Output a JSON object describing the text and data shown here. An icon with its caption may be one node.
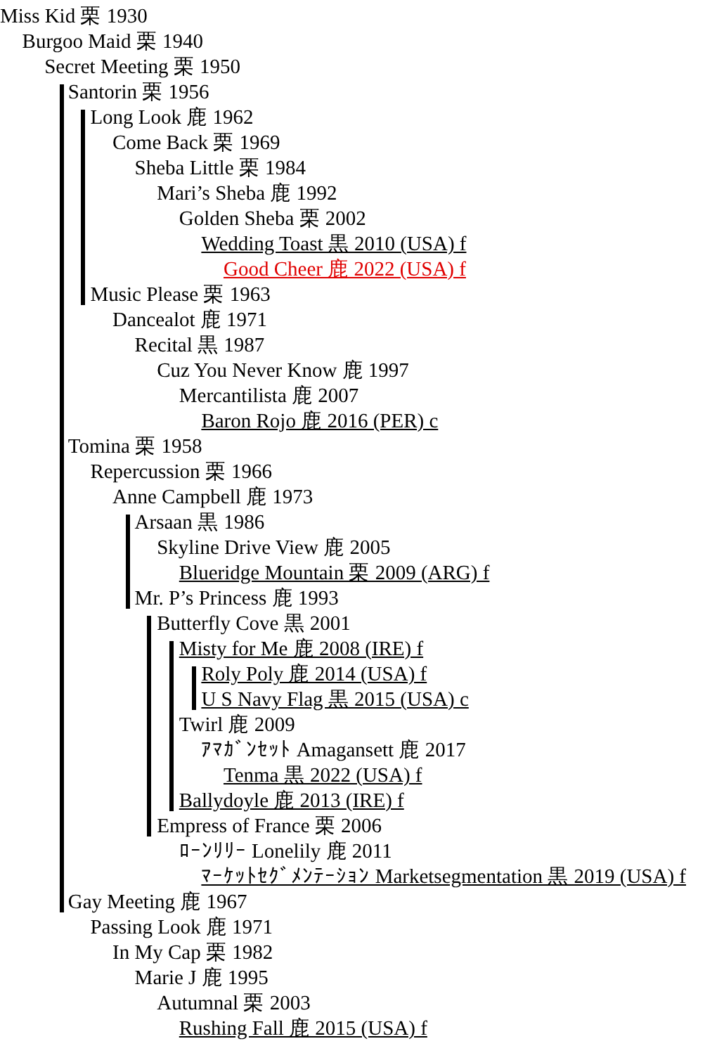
{
  "diagram": {
    "labels": [
      "Miss Kid 栗 1930",
      "Burgoo Maid 栗 1940",
      "Secret Meeting 栗 1950",
      "Santorin 栗 1956",
      "Long Look 鹿 1962",
      "Come Back 栗 1969",
      "Sheba Little 栗 1984",
      "Mari’s Sheba 鹿 1992",
      "Golden Sheba 栗 2002",
      "Wedding Toast 黒 2010 (USA) f",
      "Good Cheer 鹿 2022 (USA) f",
      "Music Please 栗 1963",
      "Dancealot 鹿 1971",
      "Recital 黒 1987",
      "Cuz You Never Know 鹿 1997",
      "Mercantilista 鹿 2007",
      "Baron Rojo 鹿 2016 (PER) c",
      "Tomina 栗 1958",
      "Repercussion 栗 1966",
      "Anne Campbell 鹿 1973",
      "Arsaan 黒 1986",
      "Skyline Drive View 鹿 2005",
      "Blueridge Mountain 栗 2009 (ARG) f",
      "Mr. P’s Princess 鹿 1993",
      "Butterfly Cove 黒 2001",
      "Misty for Me 鹿 2008 (IRE) f",
      "Roly Poly 鹿 2014 (USA) f",
      "U S Navy Flag 黒 2015 (USA) c",
      "Twirl 鹿 2009",
      "ｱﾏｶﾞﾝｾｯﾄ Amagansett 鹿 2017",
      "Tenma 黒 2022 (USA) f",
      "Ballydoyle 鹿 2013 (IRE) f",
      "Empress of France 栗 2006",
      "ﾛｰﾝﾘﾘｰ Lonelily 鹿 2011",
      "ﾏｰｹｯﾄｾｸﾞﾒﾝﾃｰｼｮﾝ Marketsegmentation 黒 2019 (USA) f",
      "Gay Meeting 鹿 1967",
      "Passing Look 鹿 1971",
      "In My Cap 栗 1982",
      "Marie J 鹿 1995",
      "Autumnal 栗 2003",
      "Rushing Fall 鹿 2015 (USA) f"
    ]
  }
}
